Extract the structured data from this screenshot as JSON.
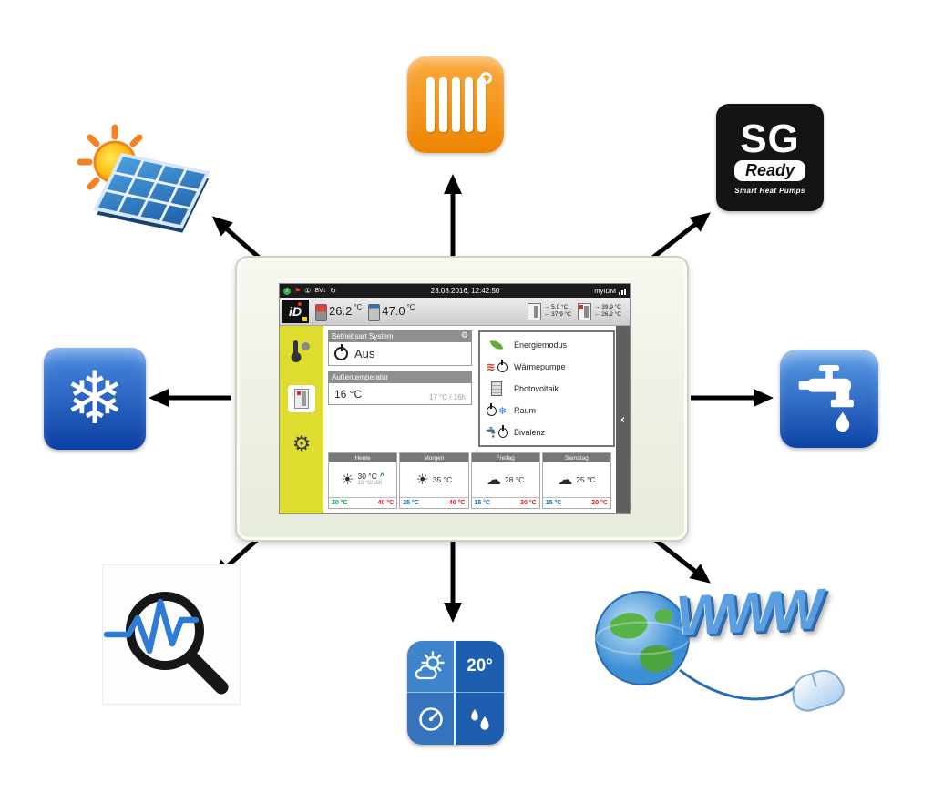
{
  "glyphs": {
    "info": "i",
    "flag": "⚑",
    "one": "①",
    "bv": "BV↓",
    "sync": "↻",
    "gear": "⚙",
    "collapse": "‹",
    "snowflake": "❄",
    "heat_waves": "≋"
  },
  "device": {
    "statusbar": {
      "datetime": "23.08.2016, 12:42:50",
      "connection_label": "myIDM"
    },
    "header": {
      "logo_text": "iD",
      "storage_temp": {
        "value": "26.2",
        "unit": "°C"
      },
      "hotwater_temp": {
        "value": "47.0",
        "unit": "°C"
      },
      "circuit1": {
        "flow": "→ 5.0 °C",
        "return": "← 37.9 °C"
      },
      "circuit2": {
        "flow": "→ 39.9 °C",
        "return": "← 26.2 °C"
      }
    },
    "main": {
      "mode_title": "Betriebsart System",
      "mode_value": "Aus",
      "outdoor_title": "Außentemperatur",
      "outdoor_value": "16 °C",
      "outdoor_detail": "17 °C / 16h",
      "menu": [
        {
          "label": "Energiemodus"
        },
        {
          "label": "Wärmepumpe"
        },
        {
          "label": "Photovoltaik"
        },
        {
          "label": "Raum"
        },
        {
          "label": "Bivalenz"
        }
      ]
    },
    "forecast": [
      {
        "day": "Heute",
        "icon": "☀",
        "temp": "30 °C",
        "expand": "^",
        "detail": "13 °C/16h",
        "min": "20 °C",
        "max": "40 °C"
      },
      {
        "day": "Morgen",
        "icon": "☀",
        "temp": "35 °C",
        "min": "25 °C",
        "max": "40 °C"
      },
      {
        "day": "Freitag",
        "icon": "☁",
        "temp": "28 °C",
        "min": "15 °C",
        "max": "30 °C"
      },
      {
        "day": "Samstag",
        "icon": "☁",
        "temp": "25 °C",
        "min": "15 °C",
        "max": "20 °C"
      }
    ],
    "colors": {
      "sidebar_yellow": "#dedc2e",
      "min_green": "#00a651",
      "min_blue": "#0072ce",
      "max_red": "#e01b22",
      "accent_blue": "#1d5fae",
      "accent_orange": "#ee8300"
    }
  },
  "satellites": {
    "sg_ready": {
      "line1": "SG",
      "line2": "Ready",
      "line3": "Smart Heat Pumps"
    },
    "internet": {
      "www": "WWW"
    },
    "weather_station": {
      "temp": "20°"
    }
  }
}
